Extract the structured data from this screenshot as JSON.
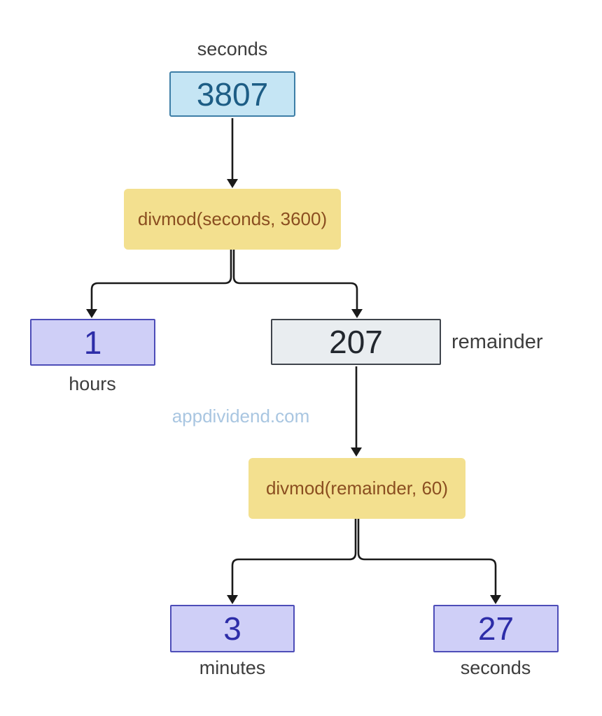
{
  "flow": {
    "input": {
      "caption": "seconds",
      "value": "3807"
    },
    "op1": {
      "label": "divmod(seconds, 3600)"
    },
    "hours": {
      "value": "1",
      "caption": "hours"
    },
    "remainder": {
      "value": "207",
      "caption": "remainder"
    },
    "op2": {
      "label": "divmod(remainder, 60)"
    },
    "minutes": {
      "value": "3",
      "caption": "minutes"
    },
    "seconds_out": {
      "value": "27",
      "caption": "seconds"
    },
    "watermark": "appdividend.com"
  },
  "colors": {
    "background": "#ffffff",
    "input_fill": "#c5e5f4",
    "input_border": "#3d7ea6",
    "input_text": "#1d5d85",
    "op_fill": "#f3e08f",
    "op_text": "#8a4e20",
    "result_fill": "#cfcff7",
    "result_border": "#4d4db8",
    "result_text": "#2d2da8",
    "remainder_fill": "#e9edf0",
    "remainder_border": "#3f444c",
    "remainder_text": "#22272e",
    "caption_text": "#3d3d3d",
    "connector": "#1a1a1a",
    "watermark_text": "#a9c6e1"
  }
}
